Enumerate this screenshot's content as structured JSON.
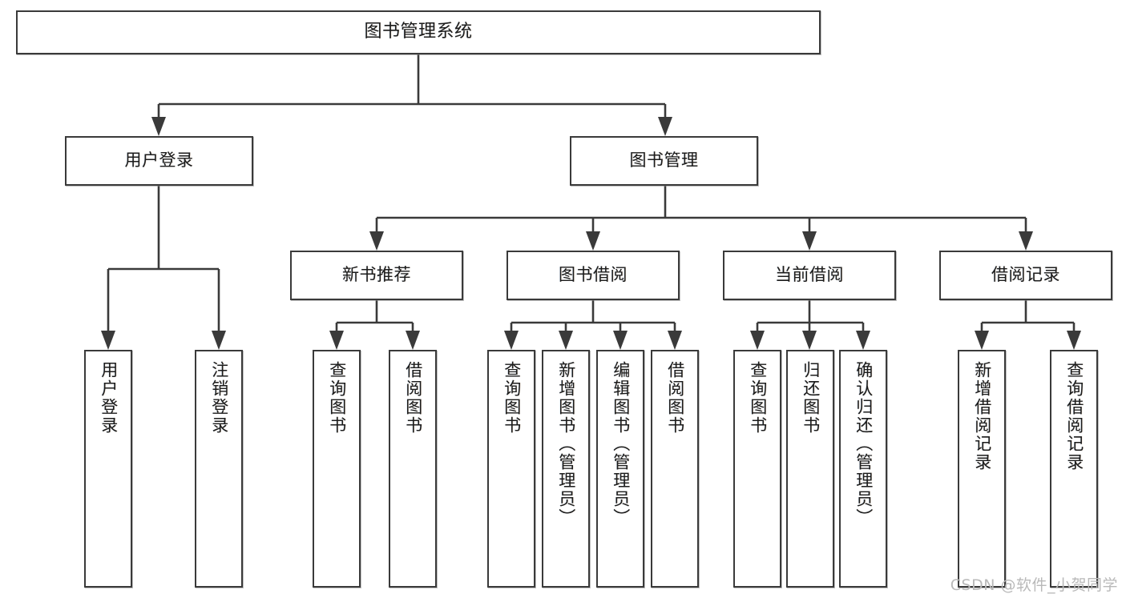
{
  "diagram": {
    "title": "图书管理系统",
    "type": "tree",
    "orientation": "top-down",
    "colors": {
      "stroke": "#3a3a3a",
      "fill": "#ffffff",
      "text": "#1c1c1c",
      "watermark": "#b9b9b9"
    }
  },
  "root": {
    "label": "图书管理系统"
  },
  "level1": [
    {
      "label": "用户登录"
    },
    {
      "label": "图书管理"
    }
  ],
  "level2": [
    {
      "label": "新书推荐"
    },
    {
      "label": "图书借阅"
    },
    {
      "label": "当前借阅"
    },
    {
      "label": "借阅记录"
    }
  ],
  "leaves": {
    "user_login": [
      {
        "label": "用户登录"
      },
      {
        "label": "注销登录"
      }
    ],
    "new_book_recommend": [
      {
        "label": "查询图书"
      },
      {
        "label": "借阅图书"
      }
    ],
    "book_borrow": [
      {
        "label": "查询图书"
      },
      {
        "label": "新增图书（管理员）"
      },
      {
        "label": "编辑图书（管理员）"
      },
      {
        "label": "借阅图书"
      }
    ],
    "current_borrow": [
      {
        "label": "查询图书"
      },
      {
        "label": "归还图书"
      },
      {
        "label": "确认归还（管理员）"
      }
    ],
    "borrow_record": [
      {
        "label": "新增借阅记录"
      },
      {
        "label": "查询借阅记录"
      }
    ]
  },
  "watermark": {
    "text": "CSDN @软件_小贺同学"
  }
}
